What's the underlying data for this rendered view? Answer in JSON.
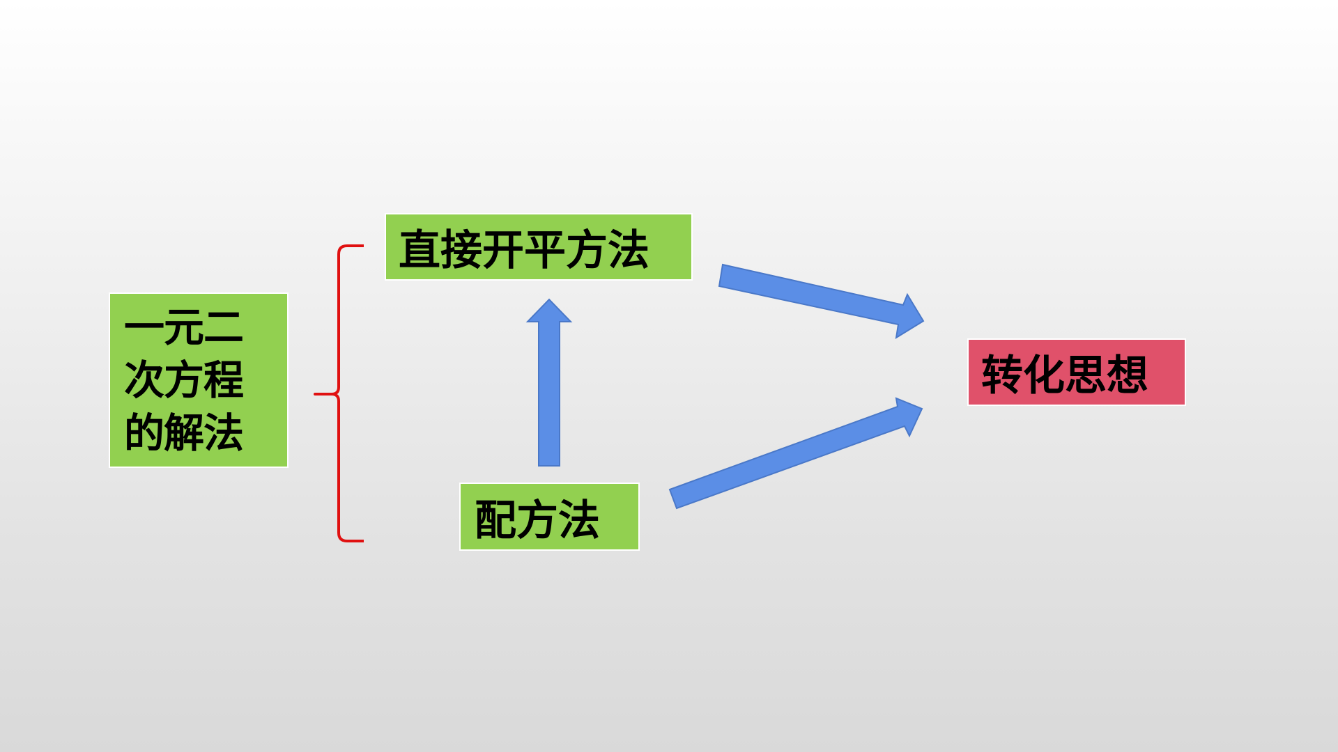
{
  "colors": {
    "green": "#92d050",
    "pink": "#e0516a",
    "arrow": "#5b8ee6",
    "arrow_stroke": "#4a78c8",
    "brace": "#e01010"
  },
  "nodes": {
    "main": "一元二\n次方程\n的解法",
    "direct": "直接开平方法",
    "complete": "配方法",
    "idea": "转化思想"
  }
}
